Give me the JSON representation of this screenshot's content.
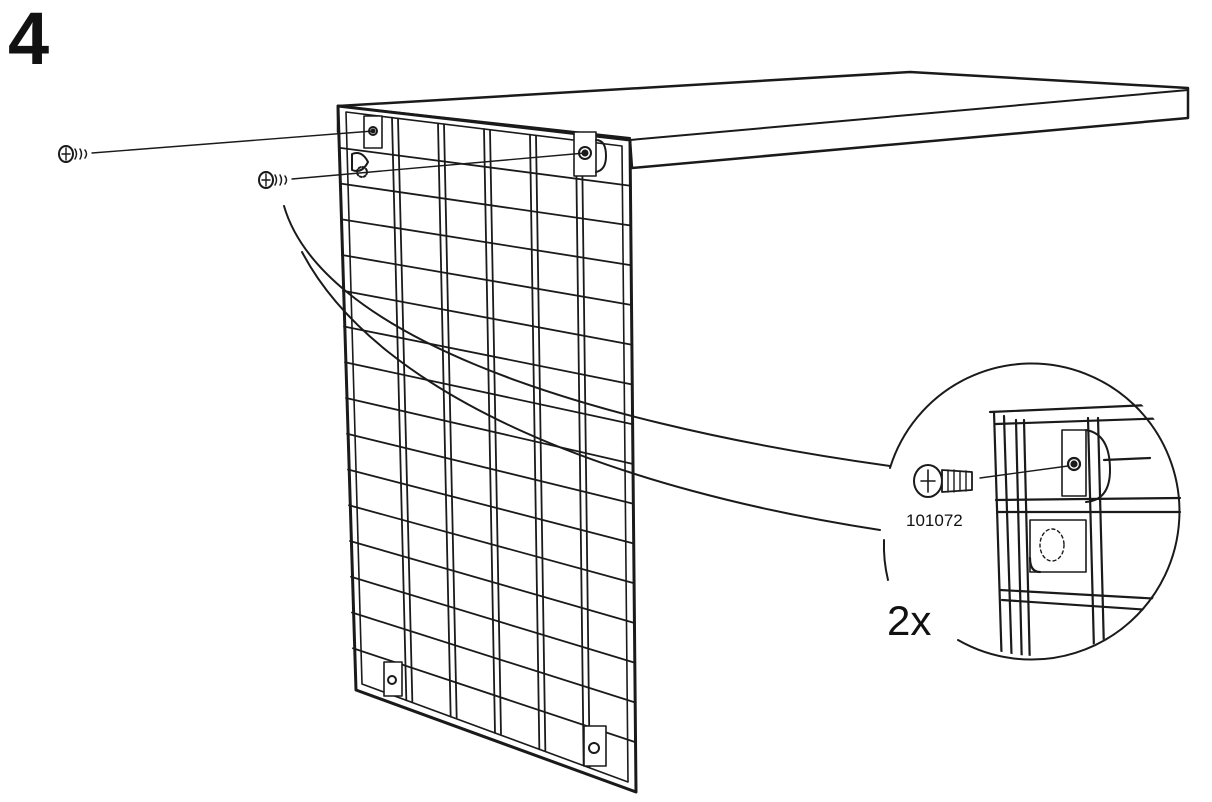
{
  "step": {
    "number": "4"
  },
  "detail": {
    "part_number": "101072",
    "quantity": "2x"
  },
  "colors": {
    "line": "#1a1a1a",
    "background": "#ffffff"
  },
  "icons": [
    "screw-icon",
    "magnifier-callout"
  ]
}
